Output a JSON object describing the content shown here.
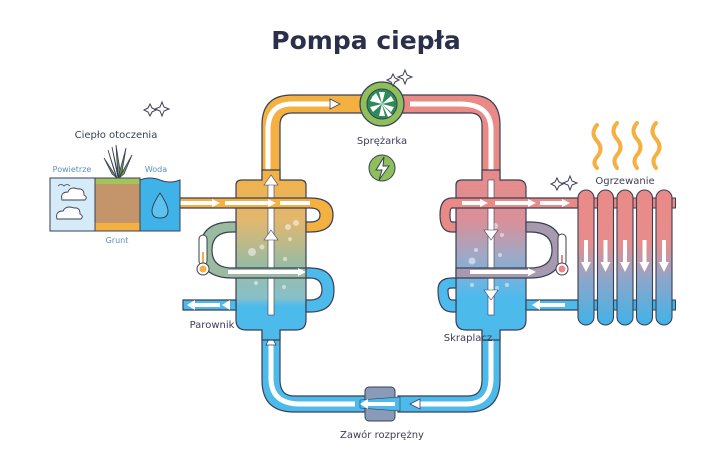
{
  "title": "Pompa ciepła",
  "labels": {
    "ambient_heat": "Ciepło otoczenia",
    "air": "Powietrze",
    "ground": "Grunt",
    "water": "Woda",
    "compressor": "Sprężarka",
    "heating": "Ogrzewanie",
    "evaporator": "Parownik",
    "condenser": "Skraplacz",
    "expansion_valve": "Zawór rozprężny"
  },
  "icons": {
    "compressor": "fan-icon",
    "power": "lightning-icon",
    "sparkle": "sparkle-icon",
    "thermometer_cold": "thermometer-icon",
    "thermometer_hot": "thermometer-icon",
    "cloud": "cloud-icon",
    "droplet": "water-drop-icon",
    "grass": "grass-icon",
    "heat_waves": "heat-wave-icon",
    "radiator": "radiator-icon"
  },
  "colors": {
    "title": "#2b2f4a",
    "warm_orange": "#f5b042",
    "hot_red": "#ea8a87",
    "cold_blue": "#3fb3e8",
    "green": "#8fbf5a",
    "mid_green": "#9bbba0",
    "valve_gray": "#8a9bb8",
    "outline": "#3a3f55"
  },
  "radiator": {
    "fins": 5
  }
}
